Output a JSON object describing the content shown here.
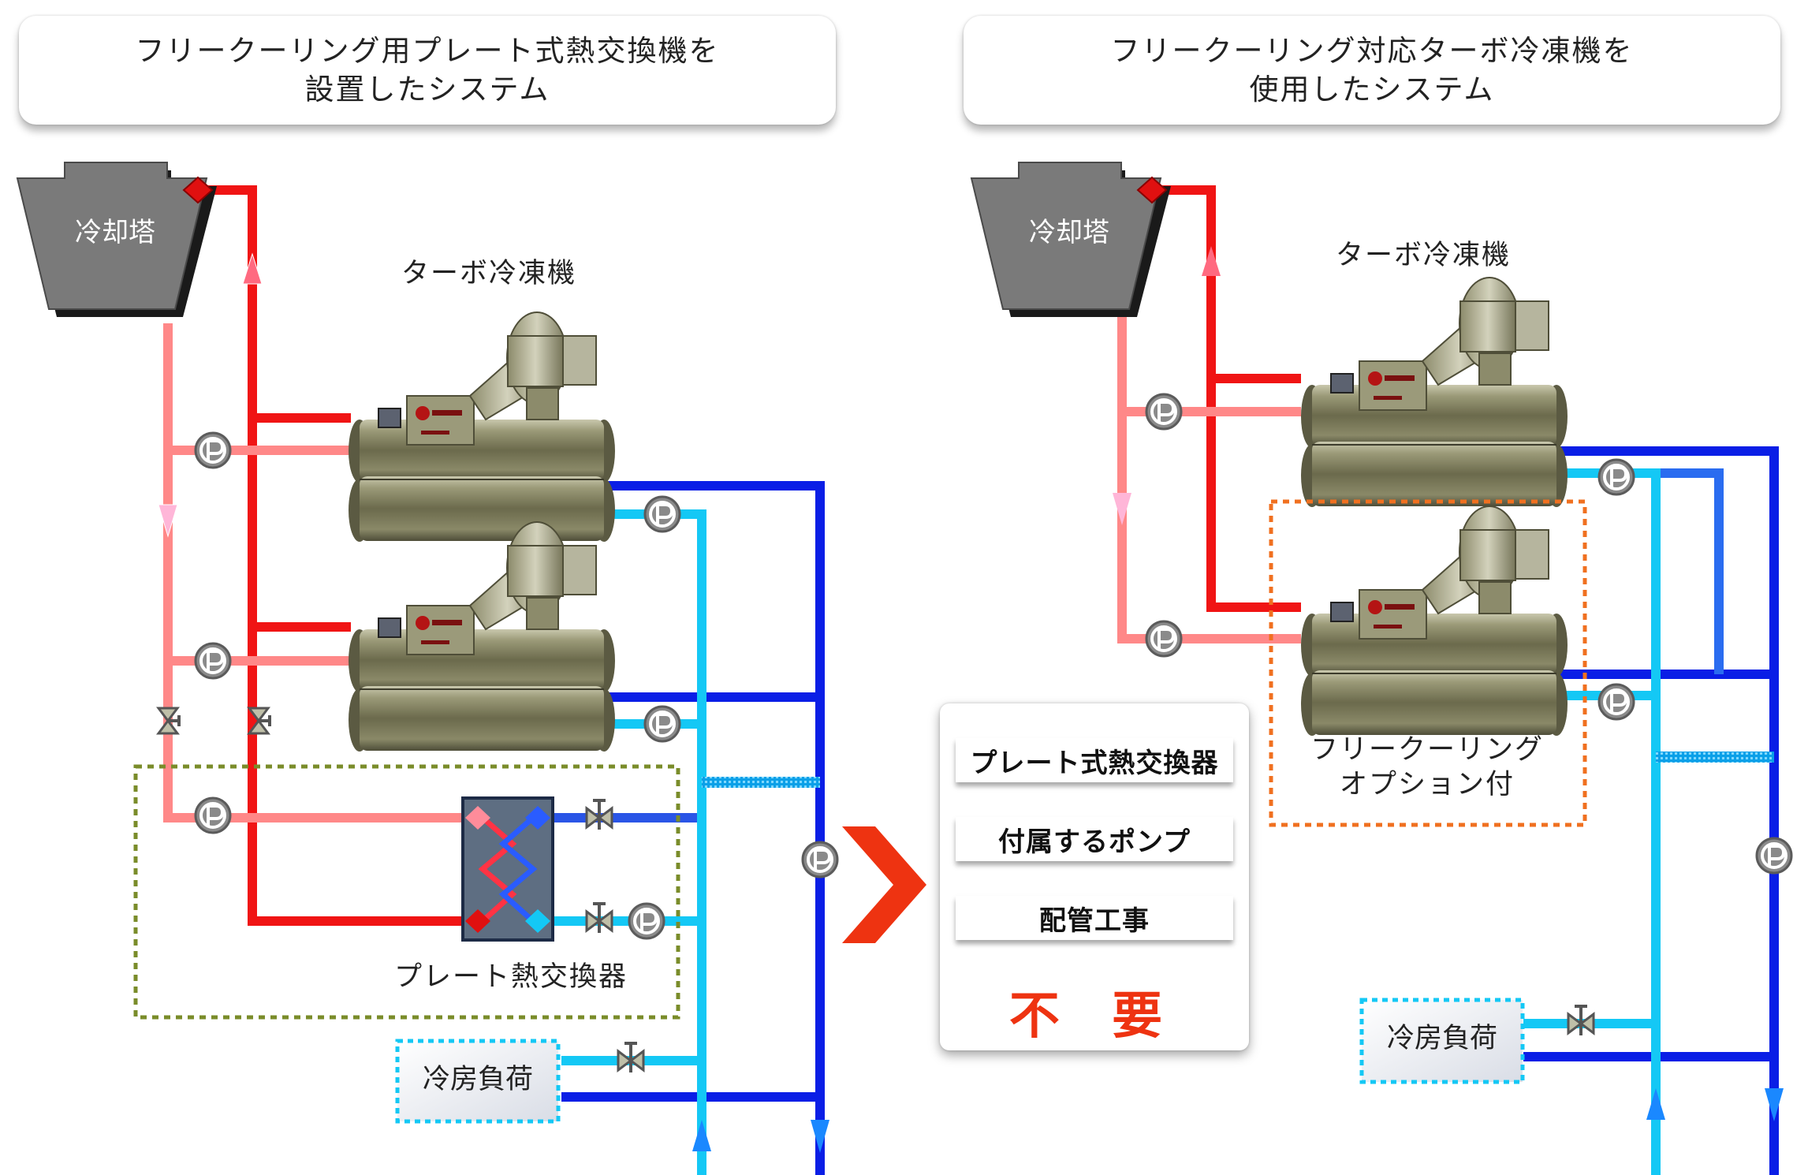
{
  "left_panel": {
    "title_line1": "フリークーリング用プレート式熱交換機を",
    "title_line2": "設置したシステム",
    "cooling_tower": "冷却塔",
    "chiller_label": "ターボ冷凍機",
    "plate_hx_label": "プレート熱交換器",
    "load_label": "冷房負荷"
  },
  "right_panel": {
    "title_line1": "フリークーリング対応ターボ冷凍機を",
    "title_line2": "使用したシステム",
    "cooling_tower": "冷却塔",
    "chiller_label": "ターボ冷凍機",
    "option_line1": "フリークーリング",
    "option_line2": "オプション付",
    "load_label": "冷房負荷"
  },
  "comparison": {
    "items": [
      "プレート式熱交換器",
      "付属するポンプ",
      "配管工事"
    ],
    "verdict": "不 要"
  },
  "colors": {
    "cooling_supply": "#f01414",
    "cooling_return": "#ff8888",
    "chilled_supply": "#0a1ee6",
    "chilled_return": "#14c8f5",
    "arrow": "#ee3311"
  }
}
